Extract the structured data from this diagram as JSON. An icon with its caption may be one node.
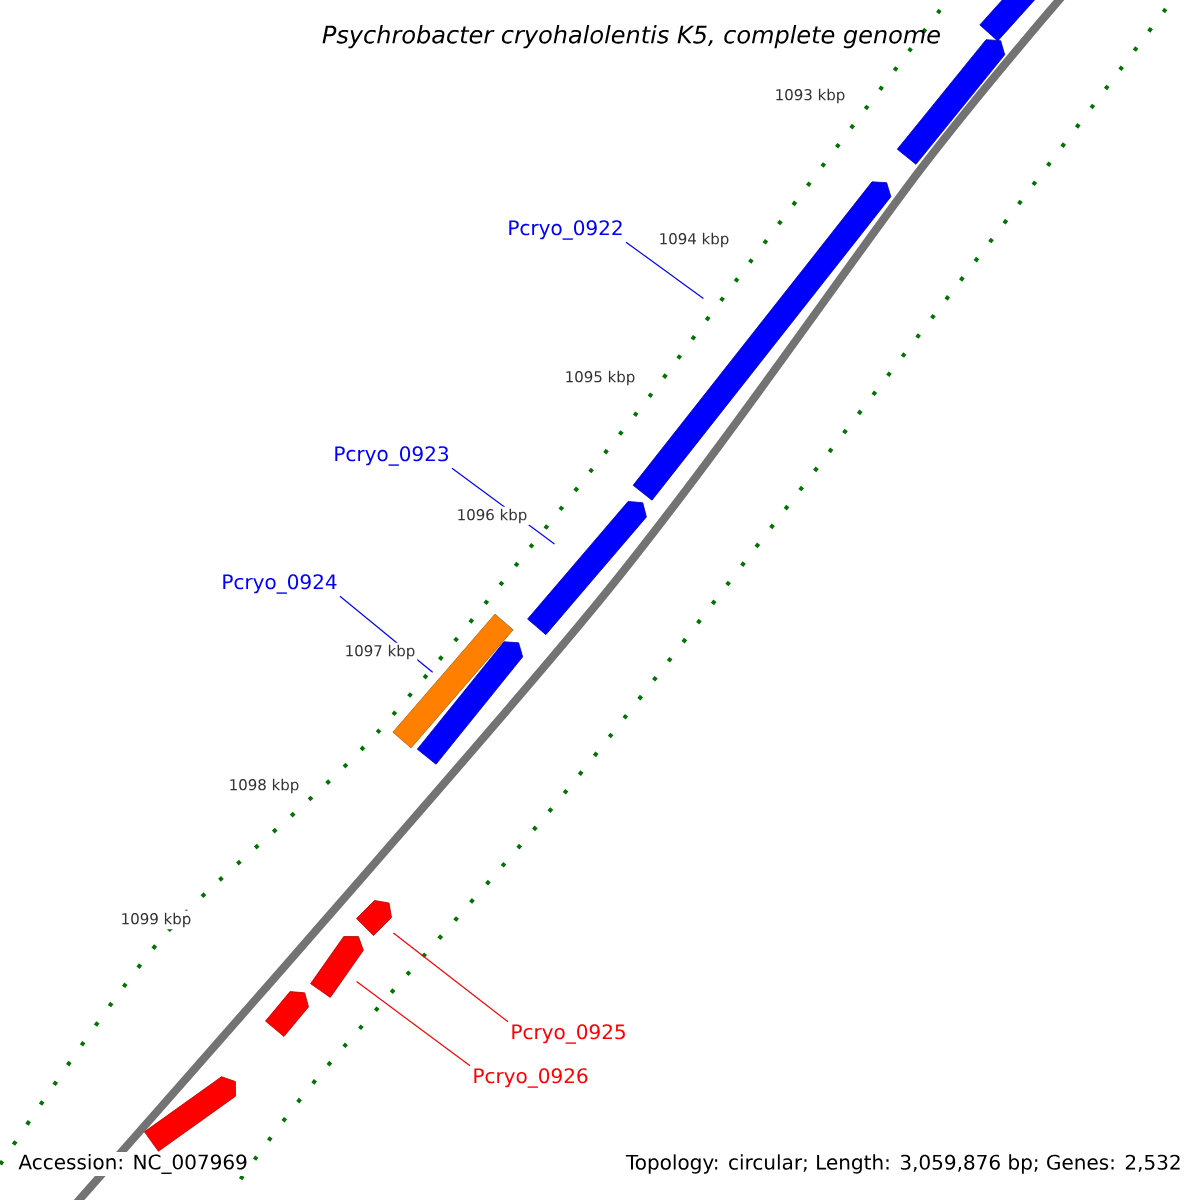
{
  "diagram": {
    "title": "Psychrobacter cryohalolentis K5, complete genome",
    "nodes": [
      {
        "text": [
          "Pcryo_0922"
        ]
      },
      {
        "text": [
          "Pcryo_0923"
        ]
      },
      {
        "text": [
          "Pcryo_0924"
        ]
      },
      {
        "text": [
          "Pcryo_0925"
        ]
      },
      {
        "text": [
          "Pcryo_0926"
        ]
      },
      {
        "text": [],
        "shape": "bar"
      },
      {
        "text": [],
        "shape": "bar"
      },
      {
        "text": [],
        "shape": "bar"
      },
      {
        "text": [],
        "shape": "bar"
      },
      {
        "text": [],
        "shape": "bar"
      },
      {
        "text": [],
        "shape": "bar"
      },
      {
        "text": [],
        "shape": "bar"
      },
      {
        "text": [],
        "shape": "bar"
      },
      {
        "text": [],
        "shape": "bar"
      },
      {
        "text": [],
        "shape": "bar"
      }
    ],
    "edges": [
      {
        "from": 0,
        "to": 7,
        "arrow": "none"
      },
      {
        "from": 1,
        "to": 8,
        "arrow": "none"
      },
      {
        "from": 2,
        "to": 10,
        "arrow": "none"
      },
      {
        "from": 3,
        "to": 11,
        "arrow": "none",
        "color": "#ff0000"
      },
      {
        "from": 4,
        "to": 12,
        "arrow": "none",
        "color": "#ff0000"
      }
    ],
    "labels": [
      "1093 kbp",
      "1094 kbp",
      "1095 kbp",
      "1096 kbp",
      "1097 kbp",
      "1098 kbp",
      "1099 kbp",
      "Accession: NC_007969",
      "Topology: circular; Length: 3,059,876 bp; Genes: 2,532"
    ]
  }
}
